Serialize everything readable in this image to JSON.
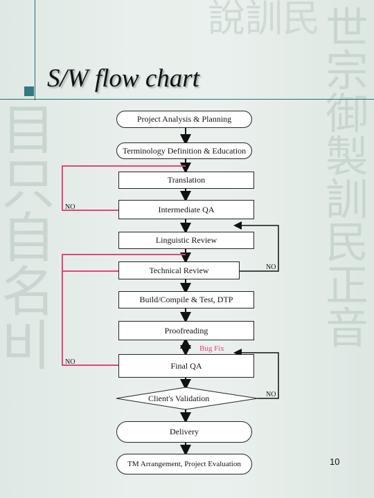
{
  "title": "S/W flow chart",
  "page_number": "10",
  "nodes": {
    "project_analysis": "Project Analysis & Planning",
    "terminology": "Terminology Definition & Education",
    "translation": "Translation",
    "intermediate_qa": "Intermediate QA",
    "linguistic_review": "Linguistic Review",
    "technical_review": "Technical Review",
    "build_compile": "Build/Compile & Test, DTP",
    "proofreading": "Proofreading",
    "final_qa": "Final QA",
    "clients_validation": "Client's Validation",
    "delivery": "Delivery",
    "tm_arrangement": "TM Arrangement, Project Evaluation"
  },
  "labels": {
    "no_1": "NO",
    "no_2": "NO",
    "no_3": "NO",
    "no_4": "NO",
    "bug_fix": "Bug Fix"
  },
  "colors": {
    "accent_line": "#1f6f7a",
    "loop_pink": "#e0457a",
    "background": "#e4ece8"
  }
}
